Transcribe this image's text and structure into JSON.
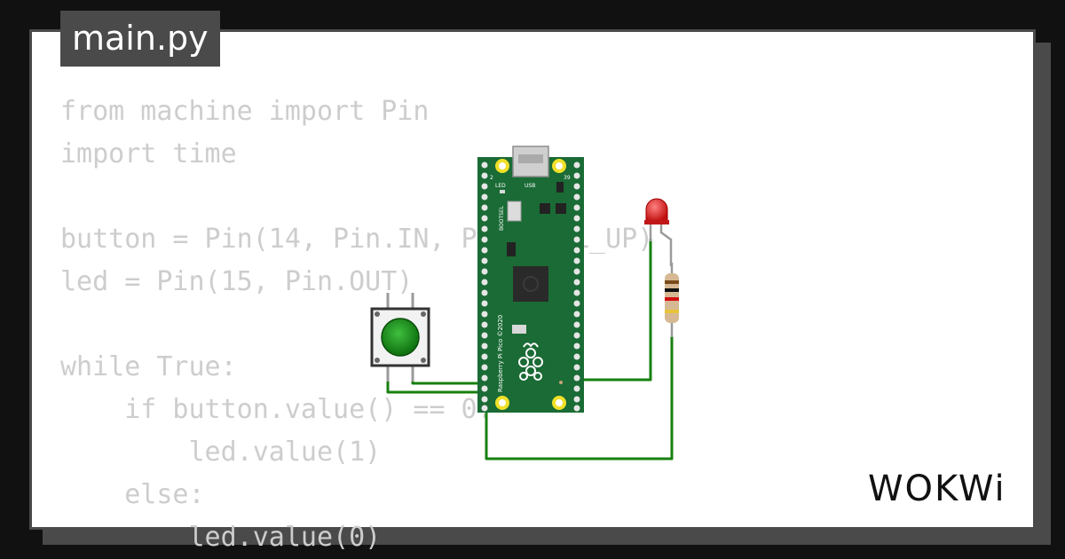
{
  "file_tab": {
    "label": "main.py"
  },
  "code": {
    "text": "from machine import Pin\nimport time\n\nbutton = Pin(14, Pin.IN, Pin.PULL_UP)\nled = Pin(15, Pin.OUT)\n\nwhile True:\n    if button.value() == 0:\n        led.value(1)\n    else:\n        led.value(0)"
  },
  "board": {
    "pin_left_top": "2",
    "pin_right_top": "39",
    "led_label": "LED",
    "usb_label": "USB",
    "bootsel_label": "BOOTSEL",
    "name_label": "Raspberry Pi Pico ©2020",
    "pcb_color": "#1a6b35"
  },
  "wire_color": "#17800f",
  "brand": {
    "logo_text": "WOKWi"
  },
  "colors": {
    "frame": "#4a4a4a",
    "background": "#111111",
    "code_text": "#cdcdcd",
    "led": "#e02020",
    "button": "#1a8a1a"
  }
}
